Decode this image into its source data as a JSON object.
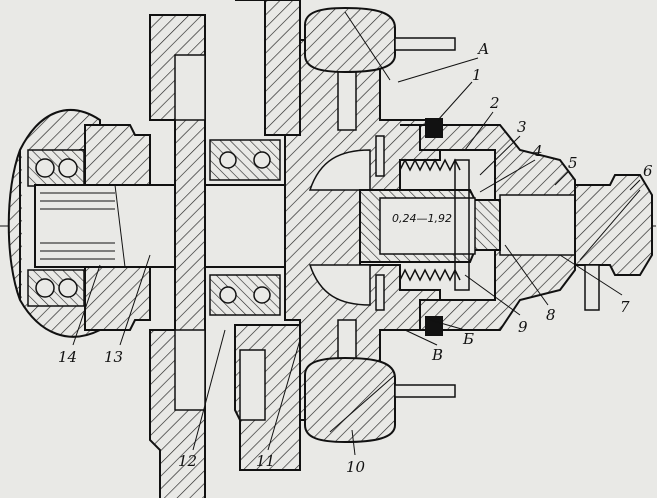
{
  "labels": {
    "A": "А",
    "B": "Б",
    "V": "В",
    "n1": "1",
    "n2": "2",
    "n3": "3",
    "n4": "4",
    "n5": "5",
    "n6": "6",
    "n7": "7",
    "n8": "8",
    "n9": "9",
    "n10": "10",
    "n11": "11",
    "n12": "12",
    "n13": "13",
    "n14": "14"
  },
  "dimension": "0,24—1,92",
  "colors": {
    "ink": "#111111",
    "paper": "#e9e9e6",
    "hatch": "#222222"
  }
}
